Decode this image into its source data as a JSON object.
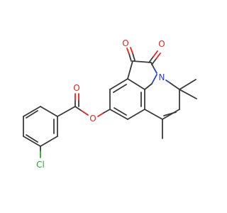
{
  "atoms": {
    "ester_o": "O",
    "carbonyl_o_ester": "O",
    "ketone_o1": "O",
    "ketone_o2": "O",
    "nitrogen": "N",
    "chlorine": "Cl"
  },
  "colors": {
    "bond": "#3a3a3a",
    "oxygen": "#e8231b",
    "nitrogen": "#2a3fd6",
    "chlorine": "#2ea52e",
    "background": "#ffffff"
  }
}
